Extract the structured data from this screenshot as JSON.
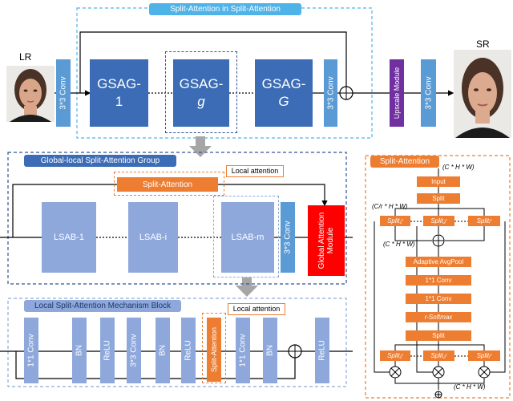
{
  "top": {
    "title": "Split-Attention in Split-Attention",
    "lr_label": "LR",
    "sr_label": "SR",
    "conv_in": "3*3 Conv",
    "gsag_1": [
      "GSAG-",
      "1"
    ],
    "gsag_g": [
      "GSAG-",
      "g"
    ],
    "gsag_G": [
      "GSAG-",
      "G"
    ],
    "conv_out": "3*3 Conv",
    "upscale": "Upscale Module",
    "conv_final": "3*3 Conv"
  },
  "group": {
    "title": "Global-local Split-Attention Group",
    "local_attention": "Local attention",
    "split_attention": "Split-Attention",
    "lsab_1": "LSAB-1",
    "lsab_i": "LSAB-i",
    "lsab_m": "LSAB-m",
    "conv": "3*3 Conv",
    "global_module": "Global Attention Module"
  },
  "block": {
    "title": "Local Split-Attention Mechanism Block",
    "local_attention": "Local attention",
    "layers": [
      "1*1 Conv",
      "BN",
      "ReLU",
      "3*3 Conv",
      "BN",
      "ReLU",
      "Split-Attention",
      "1*1 Conv",
      "BN",
      "ReLU"
    ]
  },
  "sa": {
    "title": "Split-Attention",
    "dim_top": "(C * H * W)",
    "input": "Input",
    "split1": "Split",
    "dim_split": "(C/r * H * W)",
    "splits_top": [
      "Split₁ʳ",
      "Split₂ʳ",
      "Splitᵣʳ"
    ],
    "dim_mid": "(C * H * W)",
    "avgpool": "Adaptive AvgPool",
    "conv1": "1*1 Conv",
    "conv2": "1*1 Conv",
    "softmax": "r-Softmax",
    "split2": "Split",
    "splits_bottom": [
      "Split₁ʳ",
      "Split₂ʳ",
      "Splitᵣʳ"
    ],
    "dim_bottom": "(C * H * W)"
  },
  "colors": {
    "dark_blue": "#3c6cb5",
    "light_blue": "#5b9bd5",
    "pale_blue": "#8ea8db",
    "orange": "#ed7d31",
    "purple": "#7030a0",
    "red": "#ff0000",
    "cyan_dash": "#4fb3e8"
  }
}
